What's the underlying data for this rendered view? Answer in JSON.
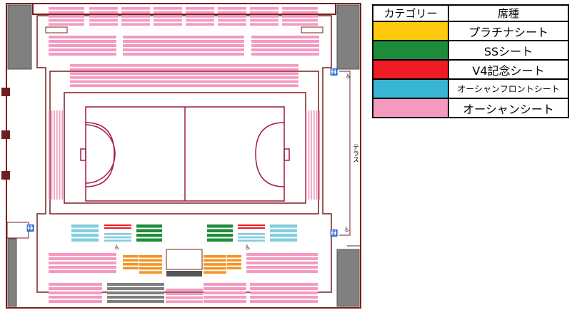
{
  "legend": {
    "headers": [
      "カテゴリー",
      "席種"
    ],
    "items": [
      {
        "label": "プラチナシート",
        "color": "#ffc90e"
      },
      {
        "label": "SSシート",
        "color": "#1e8c3a"
      },
      {
        "label": "V4記念シート",
        "color": "#ee1c24"
      },
      {
        "label": "オーシャンフロントシート",
        "color": "#38b5d4"
      },
      {
        "label": "オーシャンシート",
        "color": "#f49ac1"
      }
    ]
  },
  "map": {
    "terrace_label": "テラス",
    "colors": {
      "ocean": "#f49ac1",
      "ocean_front": "#82cde0",
      "ss": "#1e8c3a",
      "v4": "#ee1c24",
      "orange": "#f39425",
      "grey": "#7f7f7f",
      "structure": "#7a1f1f"
    }
  }
}
